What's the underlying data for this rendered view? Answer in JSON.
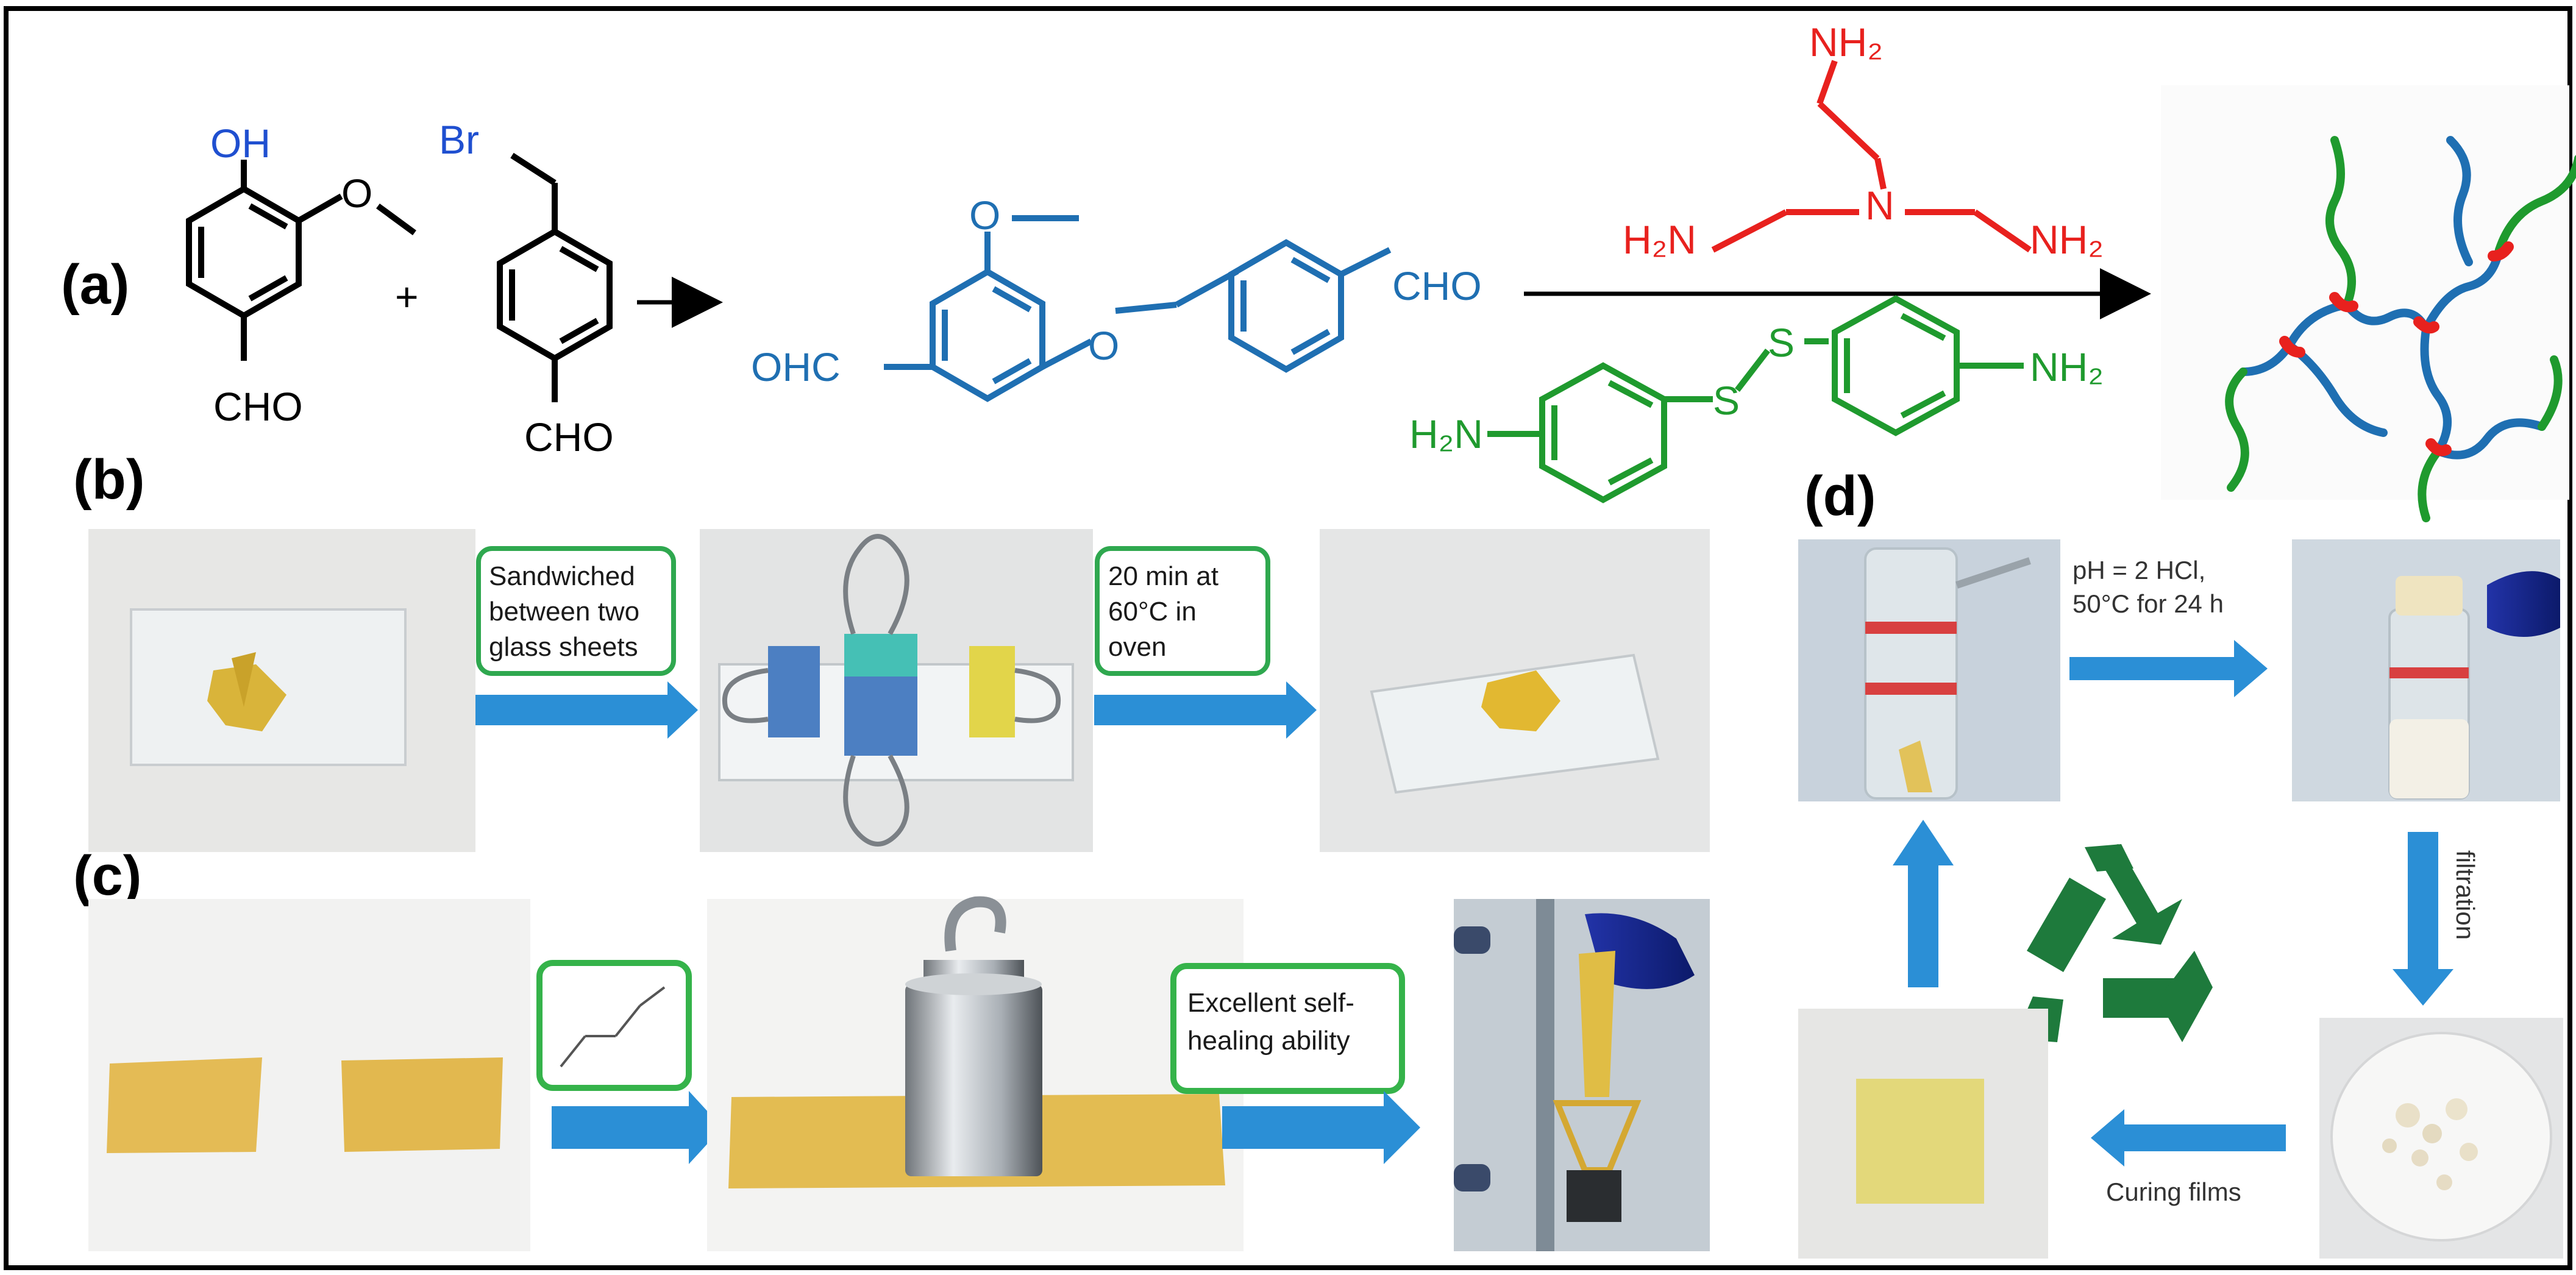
{
  "panels": {
    "a": "(a)",
    "b": "(b)",
    "c": "(c)",
    "d": "(d)"
  },
  "reaction": {
    "vanillin_oh": "OH",
    "vanillin_cho": "CHO",
    "plus": "+",
    "bromide_br": "Br",
    "bromide_cho": "CHO",
    "dialdehyde_left": "OHC",
    "dialdehyde_right": "CHO",
    "dialdehyde_o": "O",
    "amine_top": "NH₂",
    "amine_left": "H₂N",
    "amine_n": "N",
    "amine_right": "NH₂",
    "disulfide_left": "H₂N",
    "disulfide_right": "NH₂",
    "disulfide_s": "S"
  },
  "panel_b": {
    "step1": [
      "Sandwiched",
      "between two",
      "glass sheets"
    ],
    "step2": [
      "20 min at",
      "60°C in",
      "oven"
    ]
  },
  "panel_c": {
    "step2": [
      "Excellent self-",
      "healing ability"
    ]
  },
  "panel_d": {
    "step1": [
      "pH = 2 HCl,",
      "50°C for 24 h"
    ],
    "step2": "filtration",
    "step3": "Curing films"
  },
  "colors": {
    "blue": "#1f6fb2",
    "red": "#e8211e",
    "green": "#1f9a2e",
    "arrow": "#2b8fd6",
    "box_border": "#2fa84f",
    "recycle": "#1e7a3c",
    "black": "#000000"
  },
  "icons": {
    "recycle": "recycle-icon"
  }
}
